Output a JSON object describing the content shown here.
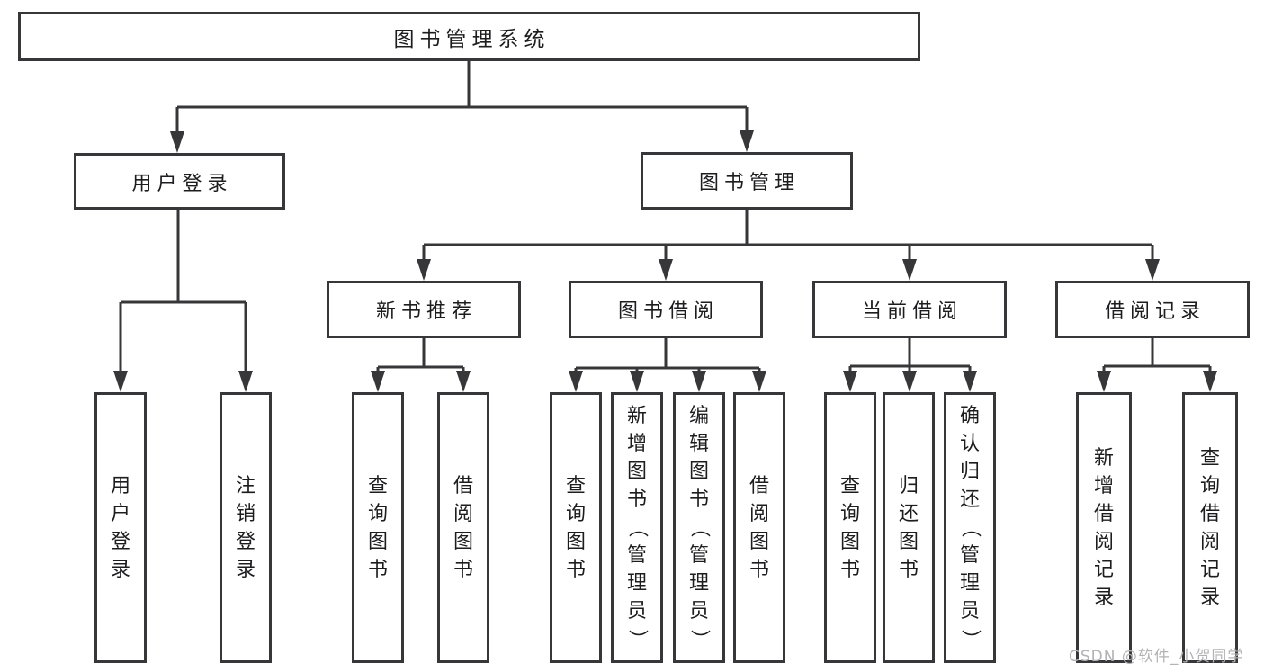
{
  "diagram": {
    "root": {
      "label": "图书管理系统"
    },
    "login_branch": {
      "label": "用户登录",
      "children": [
        {
          "label": "用户登录"
        },
        {
          "label": "注销登录"
        }
      ]
    },
    "management_branch": {
      "label": "图书管理",
      "groups": [
        {
          "label": "新书推荐",
          "children": [
            {
              "label": "查询图书"
            },
            {
              "label": "借阅图书"
            }
          ]
        },
        {
          "label": "图书借阅",
          "children": [
            {
              "label": "查询图书"
            },
            {
              "label": "新增图书（管理员）"
            },
            {
              "label": "编辑图书（管理员）"
            },
            {
              "label": "借阅图书"
            }
          ]
        },
        {
          "label": "当前借阅",
          "children": [
            {
              "label": "查询图书"
            },
            {
              "label": "归还图书"
            },
            {
              "label": "确认归还（管理员）"
            }
          ]
        },
        {
          "label": "借阅记录",
          "children": [
            {
              "label": "新增借阅记录"
            },
            {
              "label": "查询借阅记录"
            }
          ]
        }
      ]
    }
  },
  "watermark": {
    "text": "CSDN @软件_小贺同学"
  },
  "colors": {
    "line": "#37373a",
    "text": "#1d1d1f",
    "watermark": "#b3b3b5",
    "background": "#ffffff"
  }
}
